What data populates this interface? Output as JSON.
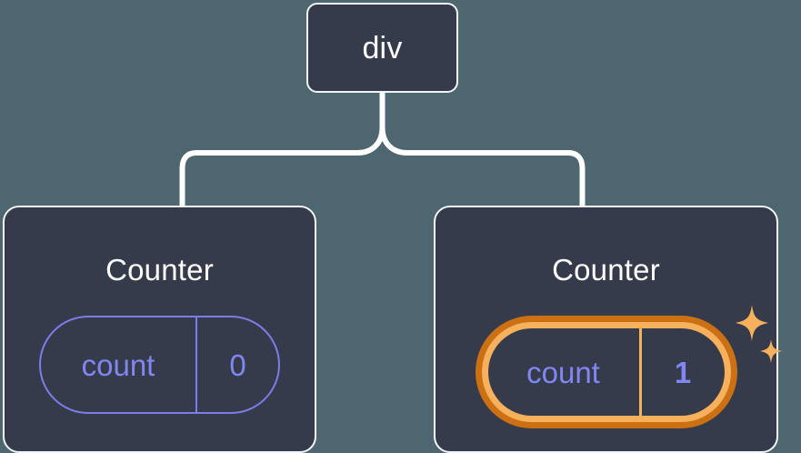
{
  "diagram": {
    "type": "component-tree",
    "background_color": "#4d6670",
    "node_fill_color": "#353b4a",
    "node_border_color": "#f2f5f7",
    "connector_color": "#ffffff",
    "accent_state_color": "#8186f0",
    "highlight_color": "#f7b05b",
    "highlight_outer_color": "#cc7014",
    "root": {
      "label": "div"
    },
    "children": [
      {
        "title": "Counter",
        "state": {
          "key": "count",
          "value": "0"
        },
        "highlighted": false,
        "sparkle_icon": false
      },
      {
        "title": "Counter",
        "state": {
          "key": "count",
          "value": "1"
        },
        "highlighted": true,
        "sparkle_icon": true
      }
    ]
  }
}
